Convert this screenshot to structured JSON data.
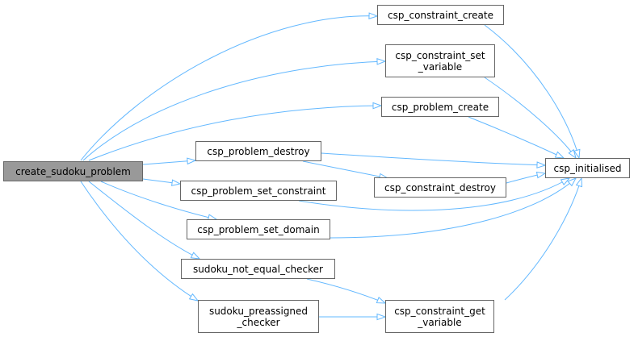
{
  "graph": {
    "edge_color": "#63b8ff",
    "root_fill": "#999999",
    "node_border": "#666666",
    "nodes": {
      "create_sudoku_problem": [
        "create_sudoku_problem"
      ],
      "csp_constraint_create": [
        "csp_constraint_create"
      ],
      "csp_constraint_set_variable": [
        "csp_constraint_set",
        "_variable"
      ],
      "csp_problem_create": [
        "csp_problem_create"
      ],
      "csp_problem_destroy": [
        "csp_problem_destroy"
      ],
      "csp_problem_set_constraint": [
        "csp_problem_set_constraint"
      ],
      "csp_problem_set_domain": [
        "csp_problem_set_domain"
      ],
      "sudoku_not_equal_checker": [
        "sudoku_not_equal_checker"
      ],
      "sudoku_preassigned_checker": [
        "sudoku_preassigned",
        "_checker"
      ],
      "csp_initialised": [
        "csp_initialised"
      ],
      "csp_constraint_destroy": [
        "csp_constraint_destroy"
      ],
      "csp_constraint_get_variable": [
        "csp_constraint_get",
        "_variable"
      ]
    },
    "edges": [
      [
        "create_sudoku_problem",
        "csp_constraint_create"
      ],
      [
        "create_sudoku_problem",
        "csp_constraint_set_variable"
      ],
      [
        "create_sudoku_problem",
        "csp_problem_create"
      ],
      [
        "create_sudoku_problem",
        "csp_problem_destroy"
      ],
      [
        "create_sudoku_problem",
        "csp_problem_set_constraint"
      ],
      [
        "create_sudoku_problem",
        "csp_problem_set_domain"
      ],
      [
        "create_sudoku_problem",
        "sudoku_not_equal_checker"
      ],
      [
        "create_sudoku_problem",
        "sudoku_preassigned_checker"
      ],
      [
        "csp_constraint_create",
        "csp_initialised"
      ],
      [
        "csp_constraint_set_variable",
        "csp_initialised"
      ],
      [
        "csp_problem_create",
        "csp_initialised"
      ],
      [
        "csp_problem_destroy",
        "csp_initialised"
      ],
      [
        "csp_problem_destroy",
        "csp_constraint_destroy"
      ],
      [
        "csp_constraint_destroy",
        "csp_initialised"
      ],
      [
        "csp_problem_set_constraint",
        "csp_initialised"
      ],
      [
        "csp_problem_set_domain",
        "csp_initialised"
      ],
      [
        "sudoku_not_equal_checker",
        "csp_constraint_get_variable"
      ],
      [
        "sudoku_preassigned_checker",
        "csp_constraint_get_variable"
      ],
      [
        "csp_constraint_get_variable",
        "csp_initialised"
      ]
    ]
  }
}
